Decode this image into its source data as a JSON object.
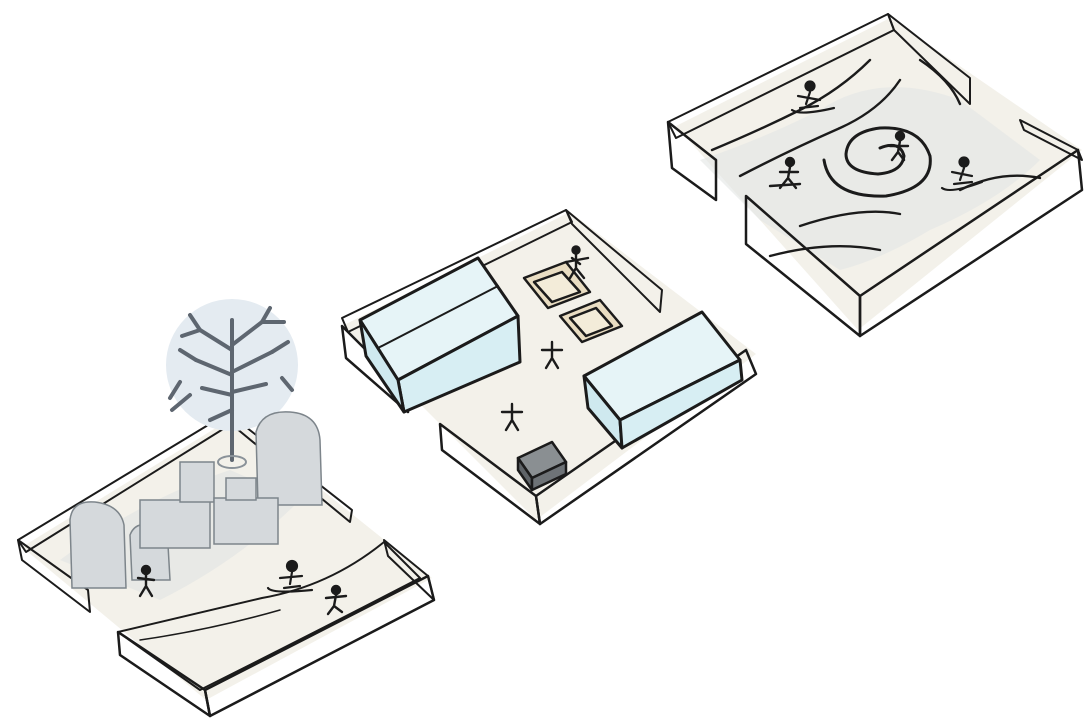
{
  "scene": {
    "kind": "hand-drawn isometric sketch",
    "panels": [
      {
        "id": "left",
        "content": [
          "tree",
          "rock-blocks",
          "sled-figure",
          "walking-figures",
          "snow-slope"
        ]
      },
      {
        "id": "middle",
        "content": [
          "two-buildings",
          "two-mats",
          "bench",
          "walking-figures"
        ]
      },
      {
        "id": "right",
        "content": [
          "contour-snow",
          "sled-figures",
          "walking-figures",
          "spiral-slide"
        ]
      }
    ]
  },
  "colors": {
    "wall_fill": "#e3a13a",
    "wall_shade": "#c8862a",
    "floor": "#f3f1ea",
    "floor_shadow": "#d9ddd6",
    "ink": "#1b1b1b",
    "rock": "#d5d9dc",
    "glass": "#e6f4f7",
    "tree_halo": "#e4ebf1"
  }
}
